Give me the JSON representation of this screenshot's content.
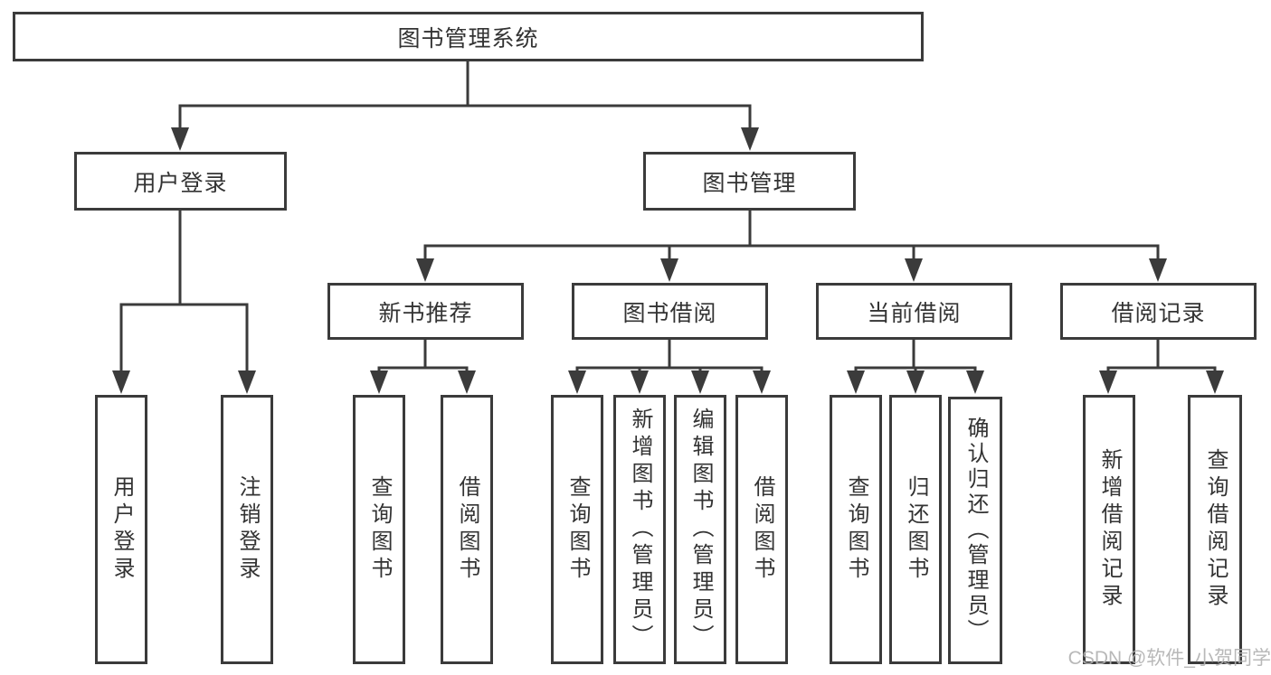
{
  "diagram": {
    "root": {
      "label": "图书管理系统"
    },
    "userLogin": {
      "label": "用户登录",
      "children": [
        {
          "label": "用户登录"
        },
        {
          "label": "注销登录"
        }
      ]
    },
    "bookManagement": {
      "label": "图书管理"
    },
    "sections": [
      {
        "label": "新书推荐",
        "children": [
          {
            "label": "查询图书"
          },
          {
            "label": "借阅图书"
          }
        ]
      },
      {
        "label": "图书借阅",
        "children": [
          {
            "label": "查询图书"
          },
          {
            "label": "新增图书（管理员）"
          },
          {
            "label": "编辑图书（管理员）"
          },
          {
            "label": "借阅图书"
          }
        ]
      },
      {
        "label": "当前借阅",
        "children": [
          {
            "label": "查询图书"
          },
          {
            "label": "归还图书"
          },
          {
            "label": "确认归还（管理员）"
          }
        ]
      },
      {
        "label": "借阅记录",
        "children": [
          {
            "label": "新增借阅记录"
          },
          {
            "label": "查询借阅记录"
          }
        ]
      }
    ]
  },
  "watermark": {
    "text": "CSDN @软件_小贺同学",
    "color": "#b2b2b2"
  },
  "colors": {
    "line": "#3b3b3b",
    "text": "#333333",
    "background": "#ffffff"
  }
}
